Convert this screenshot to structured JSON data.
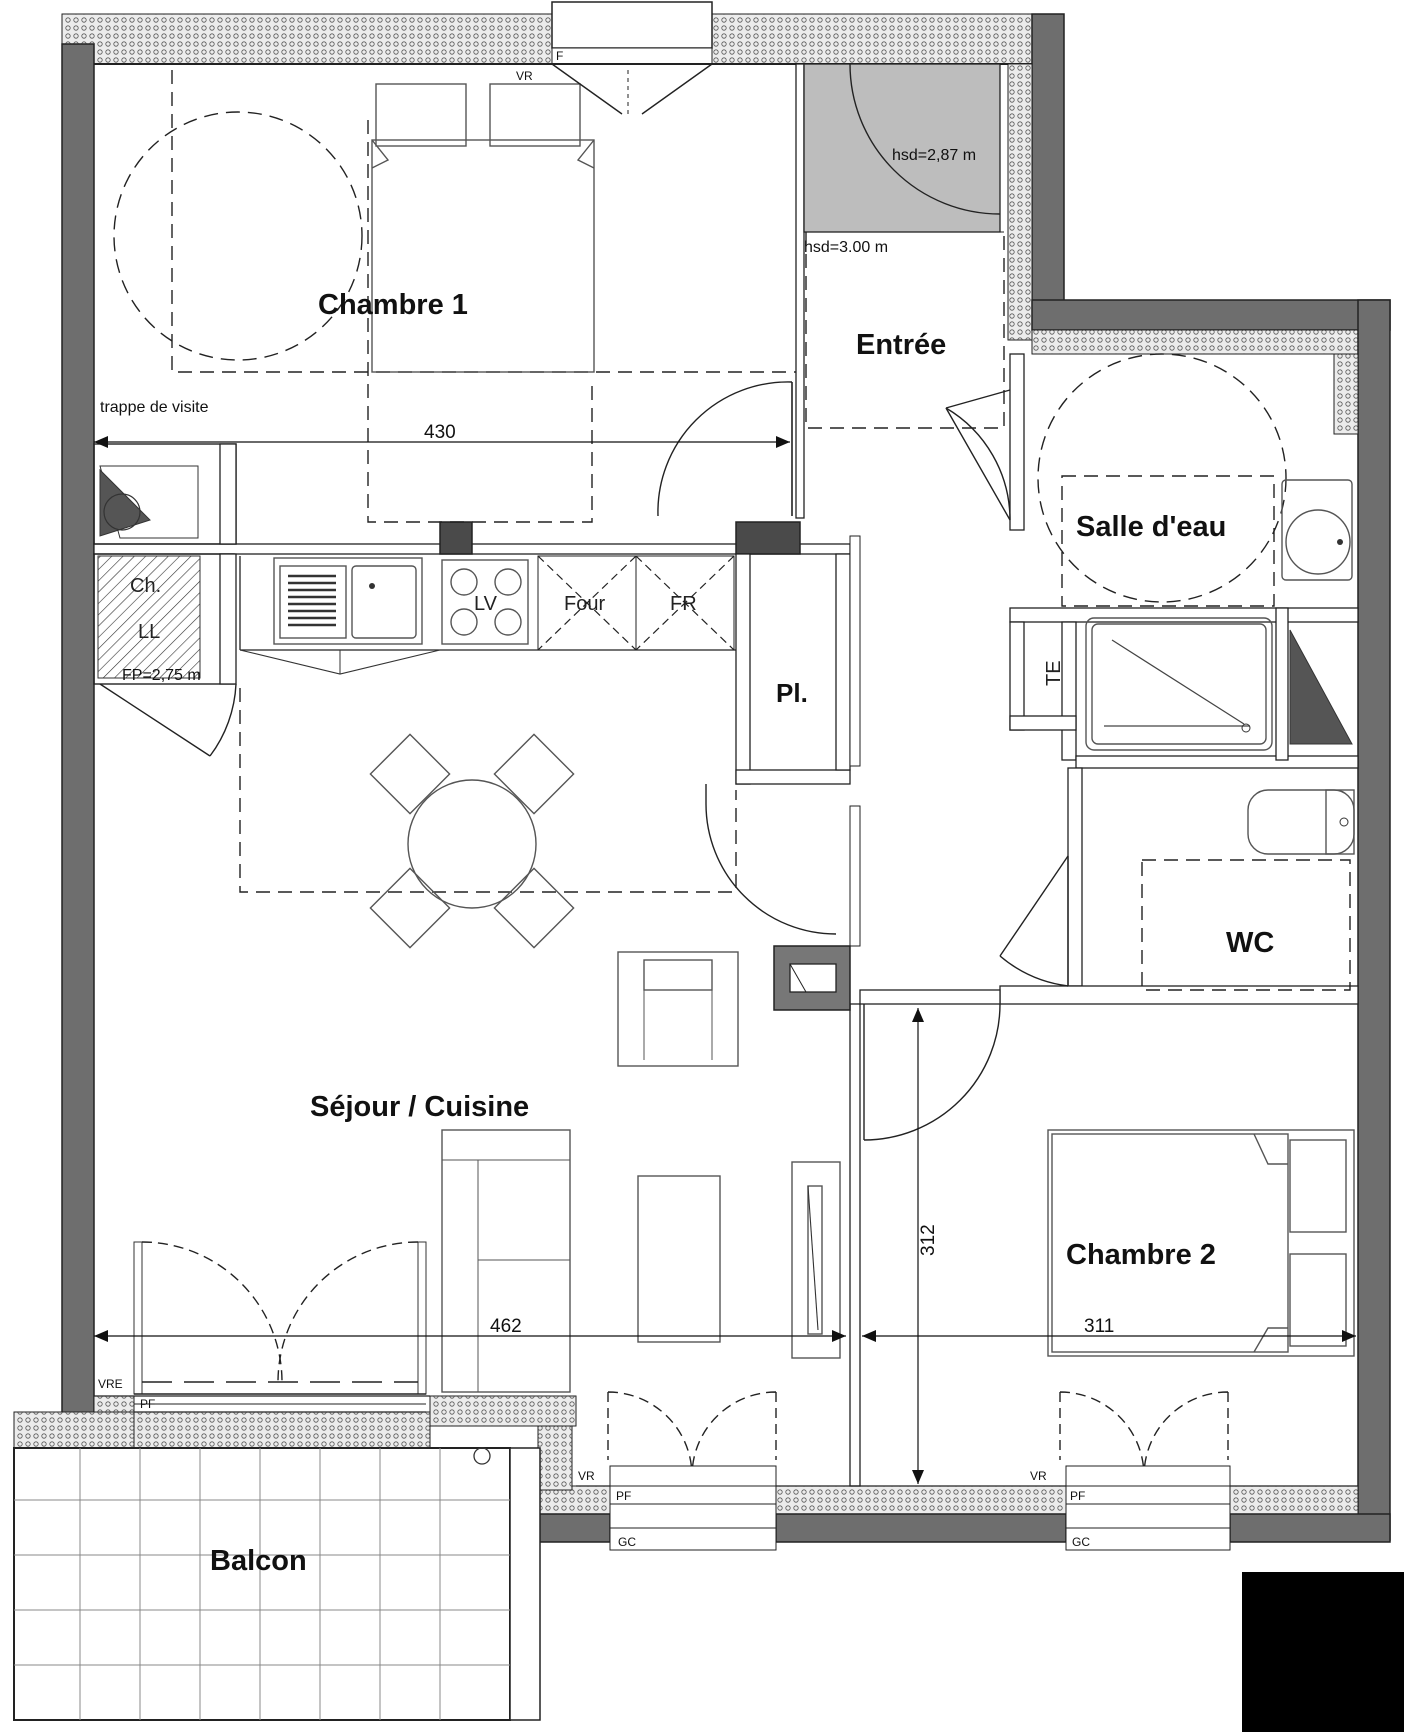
{
  "rooms": {
    "chambre1": "Chambre 1",
    "entree": "Entrée",
    "salle_eau": "Salle d'eau",
    "sejour": "Séjour / Cuisine",
    "wc": "WC",
    "chambre2": "Chambre 2",
    "balcon": "Balcon",
    "placard": "Pl."
  },
  "notes": {
    "hsd_287": "hsd=2,87 m",
    "hsd_300": "hsd=3.00 m",
    "trappe": "trappe de visite",
    "fp": "FP=2,75 m"
  },
  "fixtures": {
    "ch": "Ch.",
    "ll": "LL",
    "lv": "LV",
    "four": "Four",
    "fr": "FR",
    "te": "TE"
  },
  "dimensions": {
    "d430": "430",
    "d462": "462",
    "d311": "311",
    "d312": "312"
  },
  "window_codes": {
    "vr": "VR",
    "vre": "VRE",
    "pf": "PF",
    "gc": "GC",
    "f": "F"
  }
}
